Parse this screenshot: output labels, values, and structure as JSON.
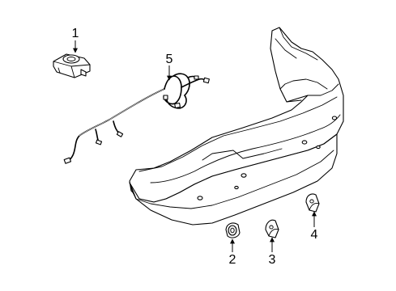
{
  "callouts": [
    {
      "id": "1",
      "label": "1"
    },
    {
      "id": "2",
      "label": "2"
    },
    {
      "id": "3",
      "label": "3"
    },
    {
      "id": "4",
      "label": "4"
    },
    {
      "id": "5",
      "label": "5"
    }
  ],
  "icons": {
    "parking-aid-module": "module-icon",
    "wiring-harness": "harness-icon",
    "bumper-cover": "bumper-icon",
    "sensor-2": "sensor-icon",
    "sensor-3": "sensor-icon",
    "sensor-4": "sensor-icon"
  }
}
